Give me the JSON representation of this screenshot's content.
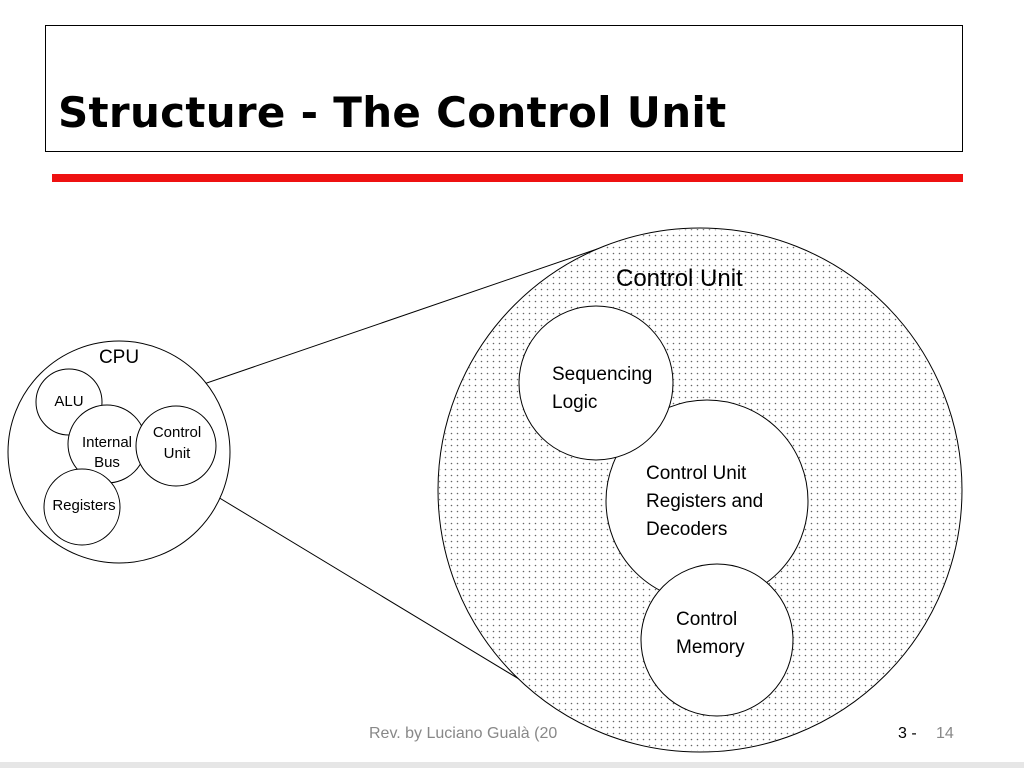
{
  "slide": {
    "title": "Structure - The Control Unit",
    "accent_color": "#ee1111"
  },
  "cpu": {
    "label": "CPU",
    "alu": "ALU",
    "internal_bus_line1": "Internal",
    "internal_bus_line2": "Bus",
    "registers": "Registers",
    "control_unit_line1": "Control",
    "control_unit_line2": "Unit"
  },
  "control_unit_detail": {
    "label": "Control Unit",
    "sequencing_line1": "Sequencing",
    "sequencing_line2": "Logic",
    "registers_line1": "Control Unit",
    "registers_line2": "Registers and",
    "registers_line3": "Decoders",
    "memory_line1": "Control",
    "memory_line2": "Memory"
  },
  "footer": {
    "credit": "Rev. by Luciano Gualà (20",
    "section": "3 -",
    "page": "14"
  }
}
